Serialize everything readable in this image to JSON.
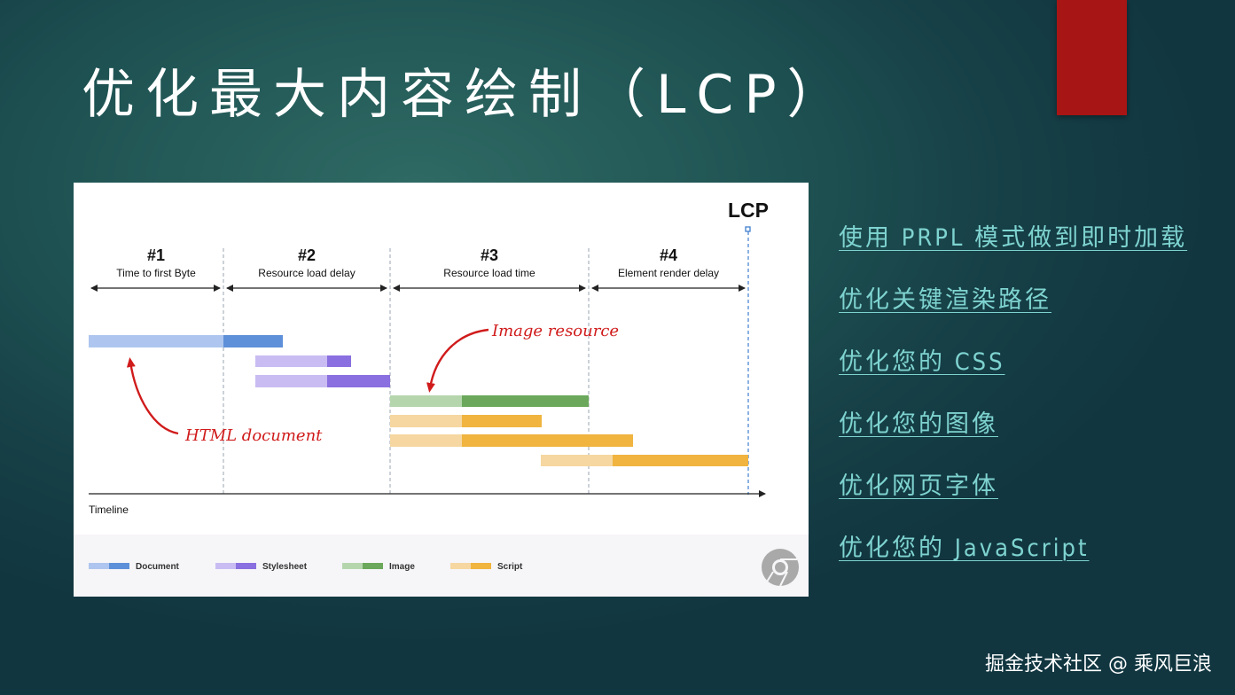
{
  "slide": {
    "title": "优化最大内容绘制（LCP）",
    "accent_color": "#a81515",
    "link_color": "#7ed3d0"
  },
  "figure": {
    "lcp_label": "LCP",
    "phases": [
      {
        "num": "#1",
        "label": "Time to first Byte"
      },
      {
        "num": "#2",
        "label": "Resource load delay"
      },
      {
        "num": "#3",
        "label": "Resource load time"
      },
      {
        "num": "#4",
        "label": "Element render delay"
      }
    ],
    "timeline_label": "Timeline",
    "annotations": {
      "image_resource": "Image resource",
      "html_document": "HTML document"
    },
    "legend": [
      {
        "label": "Document",
        "light": "#aec6ef",
        "dark": "#5e90d9"
      },
      {
        "label": "Stylesheet",
        "light": "#c9bcf2",
        "dark": "#8a6fe0"
      },
      {
        "label": "Image",
        "light": "#b5d6ad",
        "dark": "#6ba85b"
      },
      {
        "label": "Script",
        "light": "#f6d7a1",
        "dark": "#f0b43f"
      }
    ],
    "logo_icon": "chrome-logo-icon"
  },
  "links": [
    "使用 PRPL 模式做到即时加载",
    "优化关键渲染路径",
    "优化您的 CSS",
    "优化您的图像",
    "优化网页字体",
    "优化您的 JavaScript"
  ],
  "watermark": "掘金技术社区 @ 乘风巨浪"
}
